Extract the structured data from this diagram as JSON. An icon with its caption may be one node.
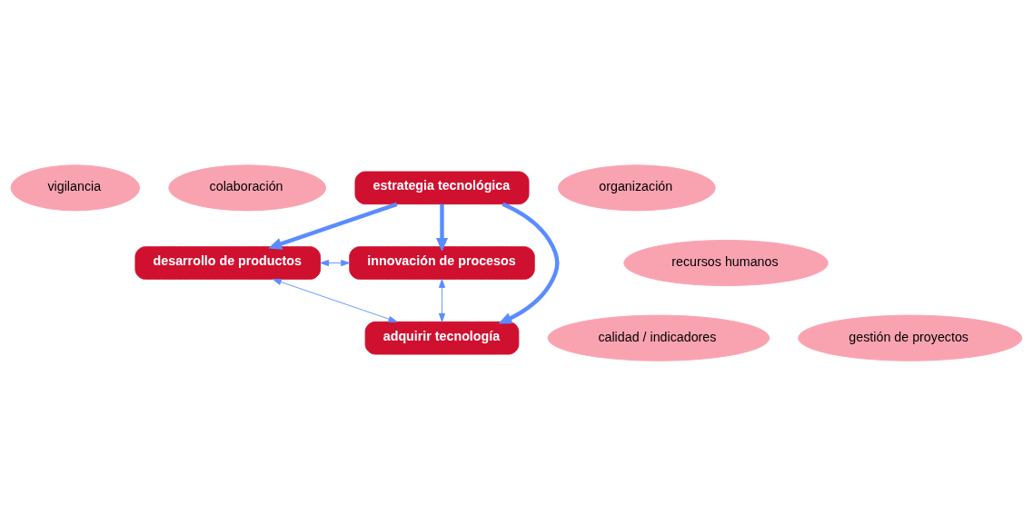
{
  "diagram": {
    "nodes": [
      {
        "text": [
          "vigilancia"
        ]
      },
      {
        "text": [
          "colaboración"
        ]
      },
      {
        "text": [
          "estrategia tecnológica"
        ]
      },
      {
        "text": [
          "recursos humanos"
        ]
      },
      {
        "text": [
          "desarrollo de productos"
        ]
      },
      {
        "text": [
          "innovación de procesos"
        ]
      },
      {
        "text": [
          "adquirir tecnología"
        ]
      },
      {
        "text": [
          "calidad / indicadores"
        ]
      },
      {
        "text": [
          "gestión de proyectos"
        ]
      },
      {
        "text": [
          "organización"
        ]
      }
    ],
    "edges": [
      {
        "from": 2,
        "to": 4,
        "arrow": "to",
        "style": "thick"
      },
      {
        "from": 2,
        "to": 6,
        "arrow": "to",
        "style": "thick"
      },
      {
        "from": 2,
        "to": 5,
        "arrow": "to",
        "style": "thick"
      },
      {
        "from": 4,
        "to": 5,
        "arrow": "both"
      },
      {
        "from": 4,
        "to": 6,
        "arrow": "both"
      },
      {
        "from": 6,
        "to": 5,
        "arrow": "both"
      }
    ]
  }
}
